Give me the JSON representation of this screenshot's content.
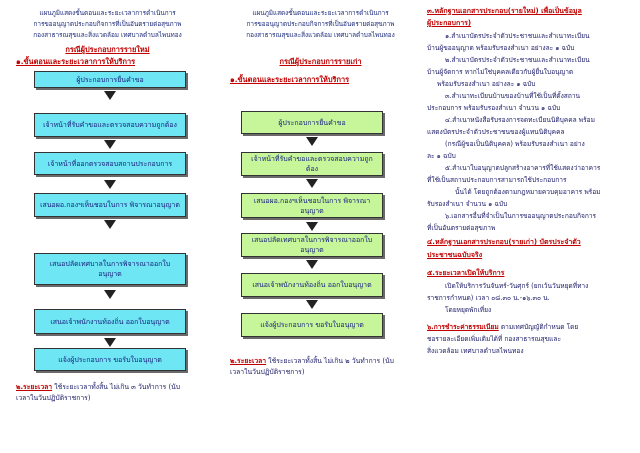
{
  "col1": {
    "header": [
      "แผนภูมิแสดงขั้นตอนและระยะเวลาการดำเนินการ",
      "การขออนุญาตประกอบกิจการที่เป็นอันตรายต่อสุขภาพ",
      "กองสาธารณสุขและสิ่งแวดล้อม  เทศบาลตำบลไพนทอง"
    ],
    "subtitle": "กรณีผู้ประกอบการรายใหม่",
    "section": "๑.ขั้นตอนและระยะเวลาการให้บริการ",
    "boxes": [
      "ผู้ประกอบการยื่นคำขอ",
      "เจ้าหน้าที่รับคำขอและตรวจสอบความถูกต้อง",
      "เจ้าหน้าที่ออกตรวจสอบสถานประกอบการ",
      "เสนอผอ.กองฯเห็นชอบในการ พิจารณาอนุญาต",
      "เสนอปลัดเทศบาลในการพิจารณาออกใบอนุญาต",
      "เสนอเจ้าพนักงานท้องถิ่น ออกใบอนุญาต",
      "แจ้งผู้ประกอบการ ขอรับใบอนุญาต"
    ],
    "duration_label": "๒.ระยะเวลา",
    "duration_text_1": " ใช้ระยะเวลาทั้งสิ้น ไม่เกิน ๓ วันทำการ (นับ",
    "duration_text_2": "เวลาในวันปฏิบัติราชการ)"
  },
  "col2": {
    "header": [
      "แผนภูมิแสดงขั้นตอนและระยะเวลาการดำเนินการ",
      "การขออนุญาตประกอบกิจการที่เป็นอันตรายต่อสุขภาพ",
      "กองสาธารณสุขและสิ่งแวดล้อม  เทศบาลตำบลไพนทอง"
    ],
    "subtitle": "กรณีผู้ประกอบการรายเก่า",
    "section": "๑.ขั้นตอนและระยะเวลาการให้บริการ",
    "boxes": [
      "ผู้ประกอบการยื่นคำขอ",
      "เจ้าหน้าที่รับคำขอและตรวจสอบความถูกต้อง",
      "เสนอผอ.กองฯเห็นชอบในการ พิจารณาอนุญาต",
      "เสนอปลัดเทศบาลในการพิจารณาออกใบอนุญาต",
      "เสนอเจ้าพนักงานท้องถิ่น ออกใบอนุญาต",
      "แจ้งผู้ประกอบการ  ขอรับใบอนุญาต"
    ],
    "duration_label": "๒.ระยะเวลา",
    "duration_text_1": " ใช้ระยะเวลาทั้งสิ้น ไม่เกิน ๒ วันทำการ (นับ",
    "duration_text_2": "เวลาในวันปฏิบัติราชการ)"
  },
  "col3": {
    "s3_head_1": "๓.หลักฐานเอกสารประกอบ(รายใหม่) เพื่อเป็นข้อมูล",
    "s3_head_2": "ผู้ประกอบการ)",
    "lines": [
      "๑.สำเนาบัตรประจำตัวประชาชนและสำเนาทะเบียน",
      "บ้านผู้ขออนุญาต พร้อมรับรองสำเนา อย่างละ  ๑ ฉบับ",
      "๒.สำเนาบัตรประจำตัวประชาชนและสำเนาทะเบียน",
      "บ้านผู้จัดการ หากไม่ใช่บุคคลเดียวกับผู้ยื่นใบอนุญาต",
      "พร้อมรับรองสำเนา อย่างละ  ๑ ฉบับ",
      "๓.สำเนาทะเบียนบ้านของบ้านที่ใช้เป็นที่ตั้งสถาน",
      "ประกอบการ พร้อมรับรองสำเนา จำนวน  ๑  ฉบับ",
      "๔.สำเนาหนังสือรับรองการจดทะเบียนนิติบุคคล พร้อม",
      "แสดงบัตรประจำตัวประชาชนของผู้แทนนิติบุคคล",
      "(กรณีผู้ขอเป็นนิติบุคคล) พร้อมรับรองสำเนา อย่าง",
      "ละ ๑ ฉบับ",
      "๕.สำเนาใบอนุญาตปลูกสร้างอาคารที่ใช้แสดงว่าอาคาร",
      "ที่ใช้เป็นสถานประกอบการสามารถใช้ประกอบการ",
      "นั้นได้ โดยถูกต้องตามกฎหมายควบคุมอาคาร พร้อม",
      "รับรองสำเนา จำนวน  ๑ ฉบับ",
      "๖.เอกสารอื่นที่จำเป็นในการขออนุญาตประกอบกิจการ",
      "ที่เป็นอันตรายต่อสุขภาพ"
    ],
    "s4_head_1": "๔.หลักฐานเอกสารประกอบ(รายเก่า) บัตรประจำตัว",
    "s4_head_2": "ประชาชนฉบับจริง",
    "s5_head": "๕.ระยะเวลาเปิดให้บริการ",
    "s5_lines": [
      "เปิดให้บริการวันจันทร์-วันศุกร์ (ยกเว้นวันหยุดที่ทาง",
      "ราชการกำหนด) เวลา ๐๘.๓๐ น.-๑๖.๓๐ น.",
      "โดยหยุดพักเที่ยง"
    ],
    "s6_head": "๖.การชำระค่าธรรมเนียม",
    "s6_line_1": " ตามเทศบัญญัติกำหนด  โดย",
    "s6_line_2": "ชอรายละเอียดเพิ่มเติมได้ที่ กองสาธารณสุขและ",
    "s6_line_3": "สิ่งแวดล้อม เทศบาลตำบลไพนทอง"
  }
}
